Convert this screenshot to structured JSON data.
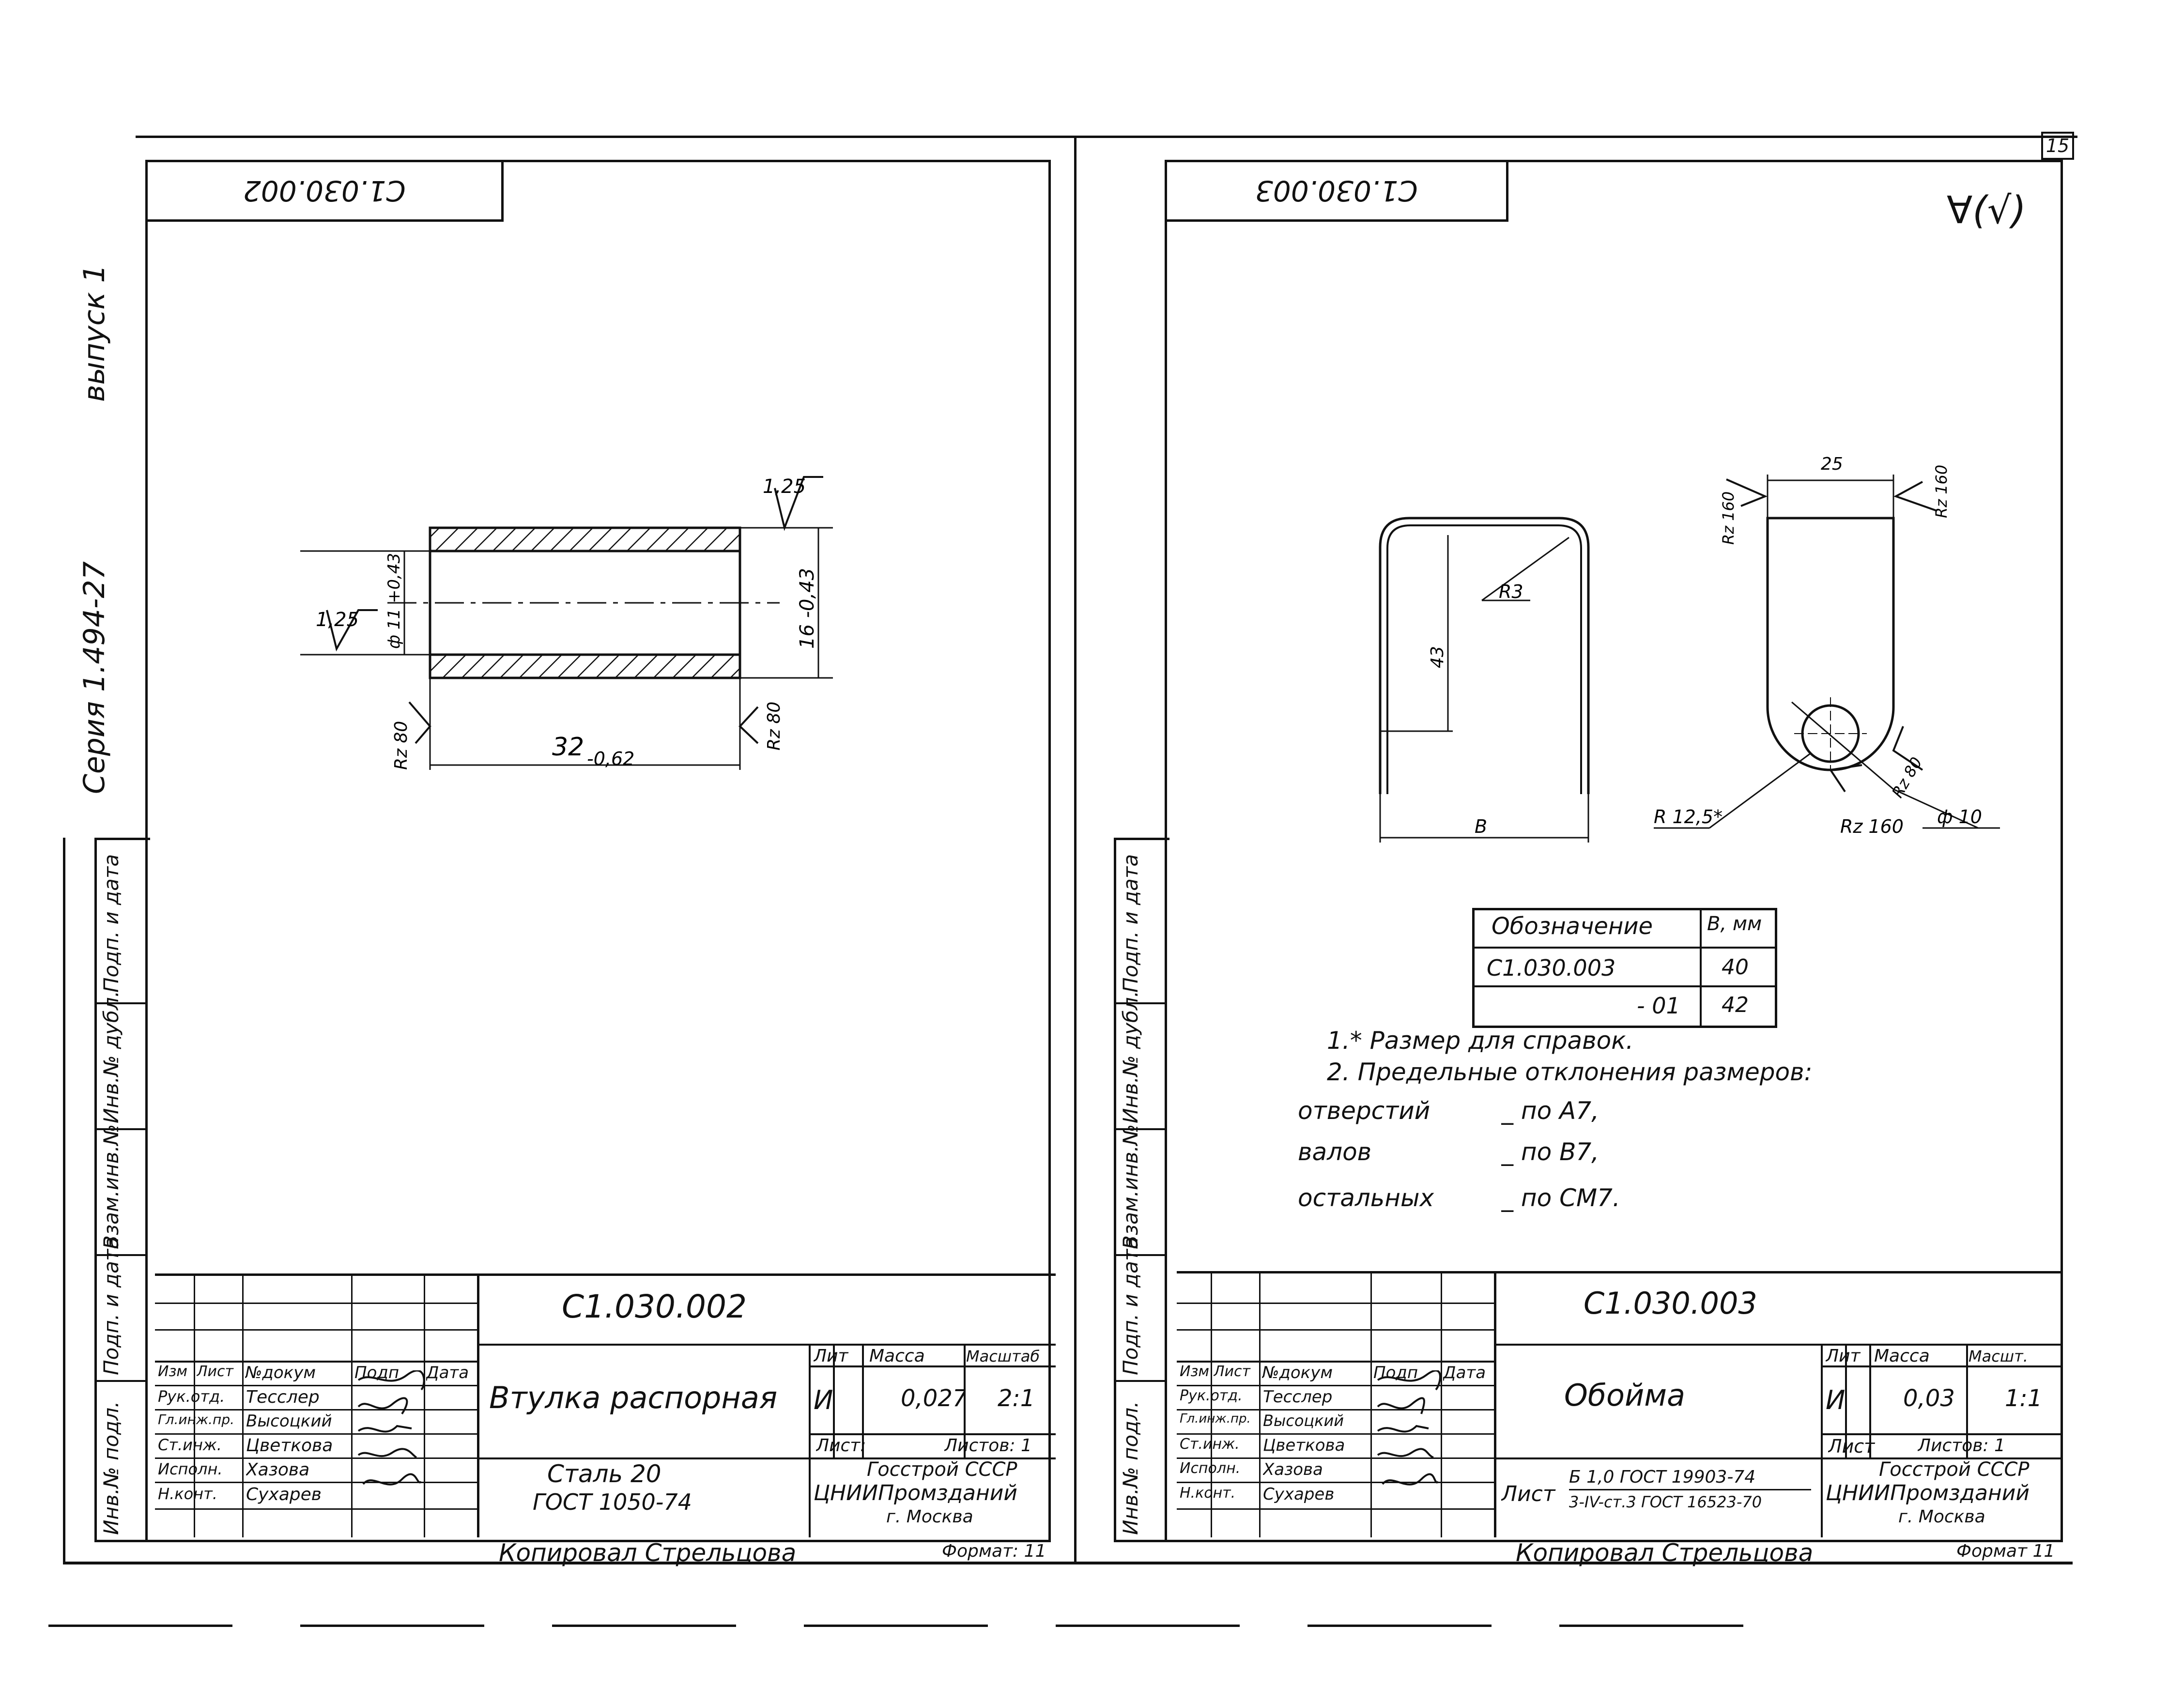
{
  "page_number": "15",
  "margin_labels": {
    "issue": "выпуск 1",
    "series": "Серия 1.494-27"
  },
  "side_strip": [
    "Инв.№ подл.",
    "Подп. и дата",
    "Взам.инв.№",
    "Инв.№ дубл.",
    "Подп. и дата"
  ],
  "left_sheet": {
    "code_stamp": "С1.030.002",
    "drawing": {
      "roughness_top": "1,25",
      "roughness_left": "1,25",
      "roughness_bottom_left": "Rz 80",
      "roughness_bottom_right": "Rz 80",
      "bore_dim": "ф 11 +0,43",
      "outer_dim": "16 -0,43",
      "length_dim": "32",
      "length_tol": "-0,62"
    },
    "title_block": {
      "code": "С1.030.002",
      "name": "Втулка распорная",
      "material_1": "Сталь 20",
      "material_2": "ГОСТ 1050-74",
      "col_headers": [
        "Изм",
        "Лист",
        "№докум",
        "Подп",
        "Дата"
      ],
      "roles": [
        "Рук.отд.",
        "Гл.инж.пр.",
        "Ст.инж.",
        "Исполн.",
        "Н.конт."
      ],
      "names": [
        "Тесслер",
        "Высоцкий",
        "Цветкова",
        "Хазова",
        "Сухарев"
      ],
      "lit_label": "Лит",
      "mass_label": "Масса",
      "scale_label": "Масштаб",
      "lit": "И",
      "mass": "0,027",
      "scale": "2:1",
      "sheet_label": "Лист:",
      "sheets_label": "Листов: 1",
      "org_1": "Госстрой СССР",
      "org_2": "ЦНИИПромзданий",
      "org_3": "г. Москва",
      "copied": "Копировал Стрельцова",
      "format": "Формат: 11"
    }
  },
  "right_sheet": {
    "code_stamp": "С1.030.003",
    "roughness_mark": "∀(√)",
    "drawing": {
      "width_dim": "25",
      "rz_left": "Rz 160",
      "rz_right": "Rz 160",
      "r3": "R3",
      "height_dim": "43",
      "b_label": "В",
      "r_dim": "R 12,5*",
      "rz_bottom": "Rz 160",
      "rz_80": "Rz 80",
      "hole_dim": "ф 10"
    },
    "table": {
      "headers": [
        "Обозначение",
        "В, мм"
      ],
      "rows": [
        [
          "С1.030.003",
          "40"
        ],
        [
          "- 01",
          "42"
        ]
      ]
    },
    "notes": {
      "n1": "1.* Размер для справок.",
      "n2": "2. Предельные отклонения размеров:",
      "rows": [
        [
          "отверстий",
          "_ по А7,"
        ],
        [
          "валов",
          "_ по В7,"
        ],
        [
          "остальных",
          "_ по СМ7."
        ]
      ]
    },
    "title_block": {
      "code": "С1.030.003",
      "name": "Обойма",
      "material_1": "Лист",
      "material_2": "Б 1,0 ГОСТ 19903-74",
      "material_3": "3-IV-ст.3 ГОСТ 16523-70",
      "col_headers": [
        "Изм",
        "Лист",
        "№докум",
        "Подп",
        "Дата"
      ],
      "roles": [
        "Рук.отд.",
        "Гл.инж.пр.",
        "Ст.инж.",
        "Исполн.",
        "Н.конт."
      ],
      "names": [
        "Тесслер",
        "Высоцкий",
        "Цветкова",
        "Хазова",
        "Сухарев"
      ],
      "lit_label": "Лит",
      "mass_label": "Масса",
      "scale_label": "Масшт.",
      "lit": "И",
      "mass": "0,03",
      "scale": "1:1",
      "sheet_label": "Лист",
      "sheets_label": "Листов: 1",
      "org_1": "Госстрой СССР",
      "org_2": "ЦНИИПромзданий",
      "org_3": "г. Москва",
      "copied": "Копировал Стрельцова",
      "format": "Формат 11"
    }
  }
}
